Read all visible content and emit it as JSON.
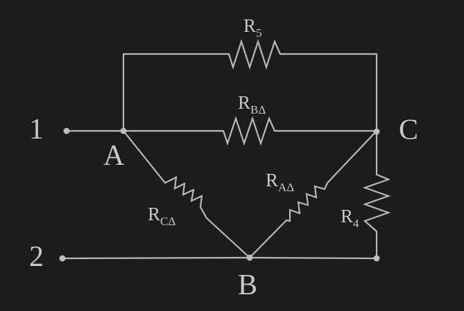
{
  "diagram": {
    "colors": {
      "background": "#1c1c1c",
      "line": "#b9b9b9",
      "text": "#c8c8c8"
    },
    "terminals": {
      "t1": "1",
      "t2": "2"
    },
    "nodes": {
      "a": "A",
      "b": "B",
      "c": "C"
    },
    "resistors": {
      "r5": {
        "base": "R",
        "sub": "5"
      },
      "rb": {
        "base": "R",
        "sub": "BΔ"
      },
      "ra": {
        "base": "R",
        "sub": "AΔ"
      },
      "rc": {
        "base": "R",
        "sub": "CΔ"
      },
      "r4": {
        "base": "R",
        "sub": "4"
      }
    }
  }
}
